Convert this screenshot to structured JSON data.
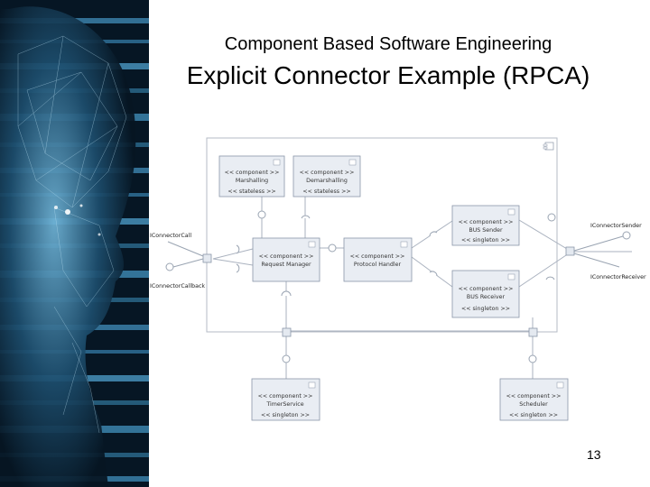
{
  "slide": {
    "subtitle": "Component Based Software Engineering",
    "title": "Explicit Connector Example (RPCA)",
    "page_number": "13"
  },
  "diagram": {
    "components": {
      "marshalling": {
        "stereotype": "<< component >>",
        "name": "Marshalling",
        "tag": "<< stateless >>"
      },
      "demarshalling": {
        "stereotype": "<< component >>",
        "name": "Demarshalling",
        "tag": "<< stateless >>"
      },
      "request_manager": {
        "stereotype": "<< component >>",
        "name": "Request Manager",
        "tag": ""
      },
      "protocol_handler": {
        "stereotype": "<< component >>",
        "name": "Protocol Handler",
        "tag": ""
      },
      "bus_sender": {
        "stereotype": "<< component >>",
        "name": "BUS Sender",
        "tag": "<< singleton >>"
      },
      "bus_receiver": {
        "stereotype": "<< component >>",
        "name": "BUS Receiver",
        "tag": "<< singleton >>"
      },
      "timer_service": {
        "stereotype": "<< component >>",
        "name": "TimerService",
        "tag": "<< singleton >>"
      },
      "scheduler": {
        "stereotype": "<< component >>",
        "name": "Scheduler",
        "tag": "<< singleton >>"
      }
    },
    "ports": {
      "connector_call": "IConnectorCall",
      "connector_callback": "IConnectorCallback",
      "connector_sender": "IConnectorSender",
      "connector_receiver": "IConnectorReceiver"
    }
  },
  "colors": {
    "component_fill": "#e9edf3",
    "component_border": "#8a96a8",
    "line": "#aab2bf",
    "title_text": "#000000"
  }
}
